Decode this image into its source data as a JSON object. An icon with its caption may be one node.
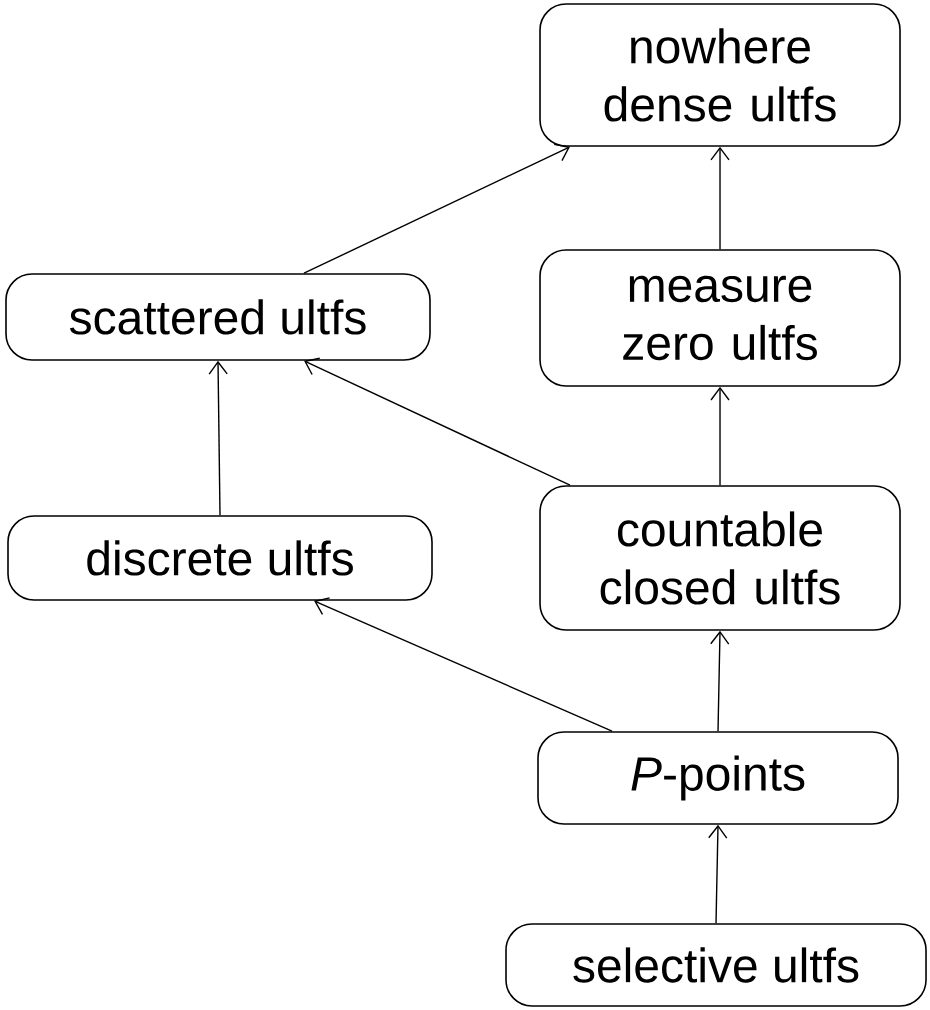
{
  "diagram": {
    "nodes": [
      {
        "text": [
          "nowhere dense ultfs"
        ]
      },
      {
        "text": [
          "scattered ultfs"
        ]
      },
      {
        "text": [
          "measure zero ultfs"
        ]
      },
      {
        "text": [
          "discrete ultfs"
        ]
      },
      {
        "text": [
          "countable closed ultfs"
        ]
      },
      {
        "text": [
          "*P*-points"
        ]
      },
      {
        "text": [
          "selective ultfs"
        ]
      }
    ],
    "edges": [
      {
        "from": 6,
        "to": 5,
        "arrow": "to"
      },
      {
        "from": 5,
        "to": 4,
        "arrow": "to"
      },
      {
        "from": 5,
        "to": 3,
        "arrow": "to"
      },
      {
        "from": 4,
        "to": 2,
        "arrow": "to"
      },
      {
        "from": 4,
        "to": 1,
        "arrow": "to"
      },
      {
        "from": 2,
        "to": 0,
        "arrow": "to"
      },
      {
        "from": 3,
        "to": 1,
        "arrow": "to"
      },
      {
        "from": 1,
        "to": 0,
        "arrow": "to"
      }
    ]
  }
}
